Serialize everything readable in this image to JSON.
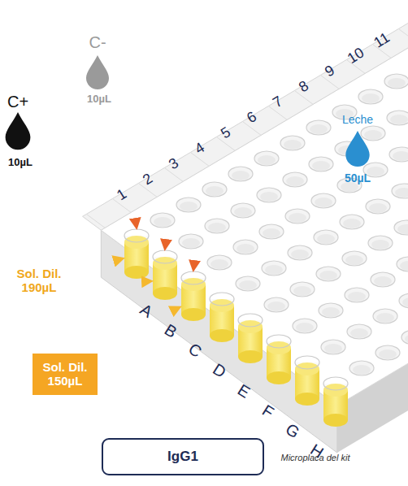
{
  "diagram": {
    "nodes": [
      {
        "text": [
          "Sol. Dil. 150µL"
        ]
      },
      {
        "text": [
          "IgG1"
        ]
      }
    ],
    "labels": [
      "C+",
      "10µL",
      "C-",
      "10µL",
      "Leche",
      "50µL",
      "1",
      "2",
      "3",
      "4",
      "5",
      "6",
      "7",
      "8",
      "9",
      "10",
      "11",
      "Sol. Dil. 190µL",
      "A",
      "B",
      "C",
      "D",
      "E",
      "F",
      "G",
      "H",
      "Microplaca del kit"
    ]
  }
}
